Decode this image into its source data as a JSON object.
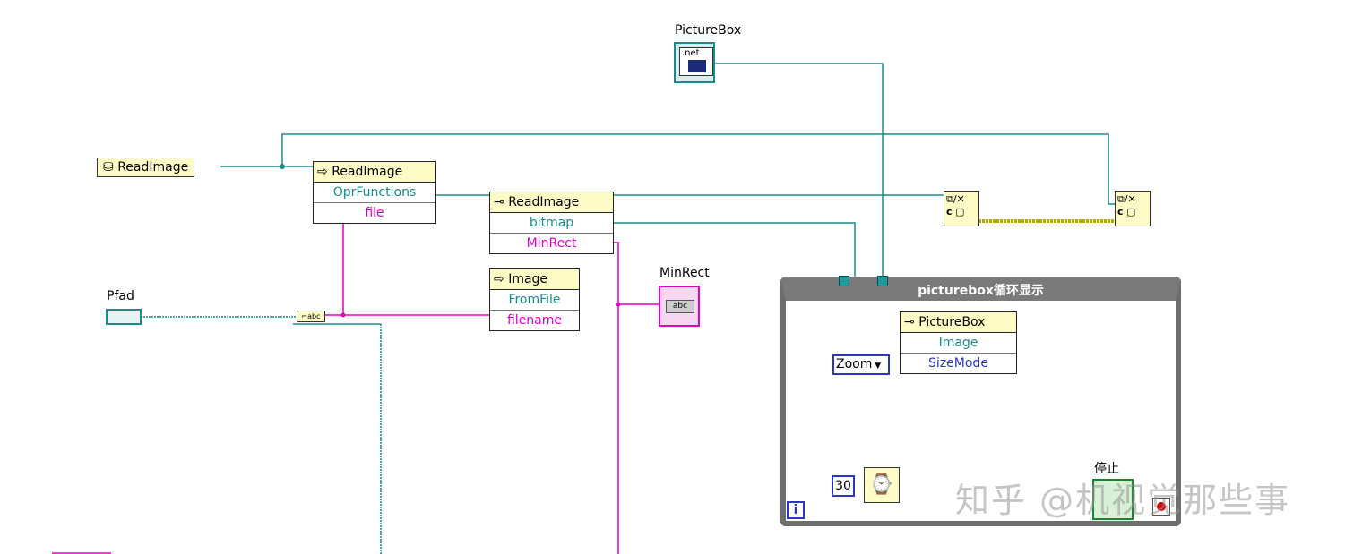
{
  "labels": {
    "picturebox": "PictureBox",
    "pfad": "Pfad",
    "minrect": "MinRect",
    "stop": "停止"
  },
  "constants": {
    "readimage_ref": "ReadImage",
    "zoom": "Zoom",
    "wait_ms": "30",
    "net_icon_text": ".net",
    "abc_text": "abc"
  },
  "nodes": {
    "readimage_constructor": {
      "title": "ReadImage",
      "rows": [
        "OprFunctions",
        "file"
      ]
    },
    "readimage_property": {
      "title": "ReadImage",
      "rows": [
        "bitmap",
        "MinRect"
      ]
    },
    "image_fromfile": {
      "title": "Image",
      "rows": [
        "FromFile",
        "filename"
      ]
    },
    "picturebox_property": {
      "title": "PictureBox",
      "rows": [
        "Image",
        "SizeMode"
      ]
    }
  },
  "loop": {
    "title": "picturebox循环显示",
    "iteration_terminal": "i"
  },
  "watermark": "知乎 @机视觉那些事",
  "colors": {
    "refnum_wire": "#1a8c8c",
    "string_wire": "#e000c8",
    "path_wire": "#1a8c8c",
    "error_wire": "#b4a900",
    "loop_border": "#6e6e6e",
    "node_header": "#fffbc6",
    "enum_blue": "#2a36c6"
  }
}
